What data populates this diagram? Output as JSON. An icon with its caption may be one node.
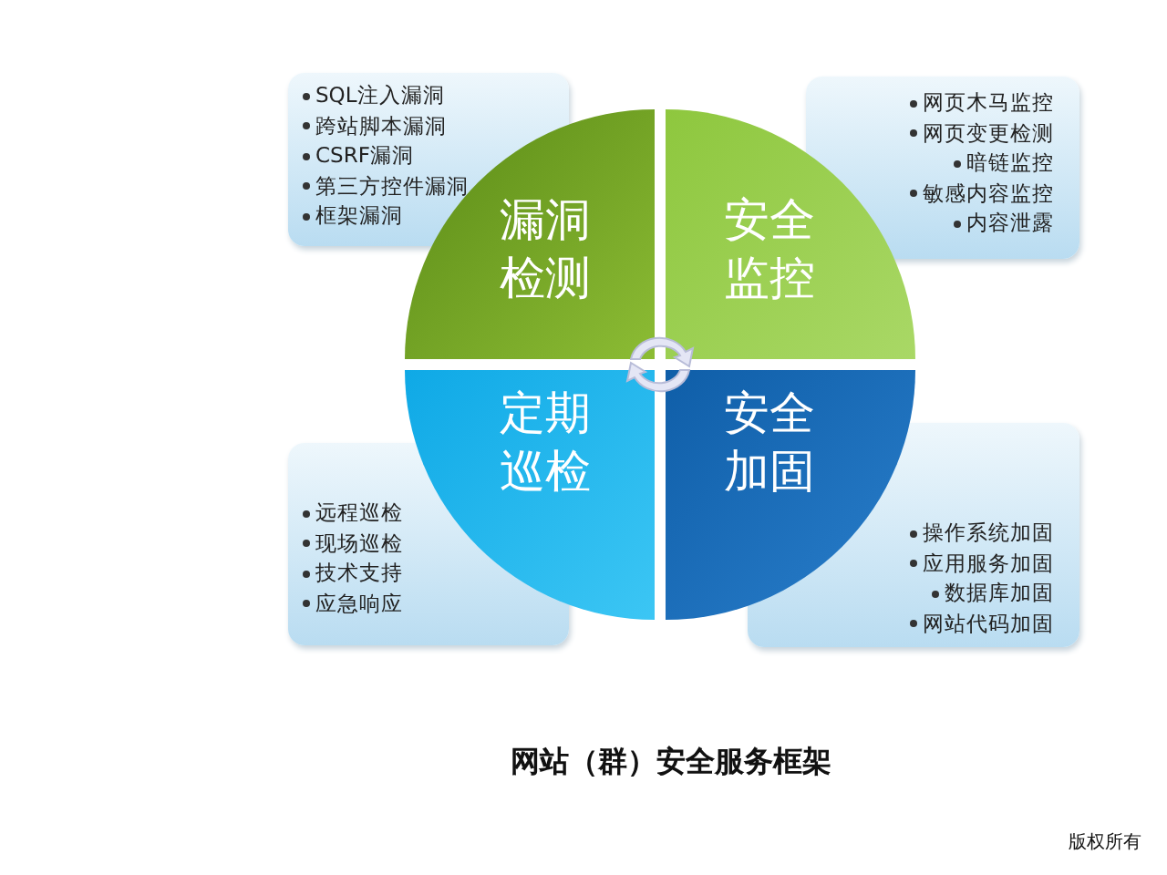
{
  "diagram": {
    "title": "网站（群）安全服务框架",
    "nodes": [
      {
        "text": [
          "SQL注入漏洞",
          "跨站脚本漏洞",
          "CSRF漏洞",
          "第三方控件漏洞",
          "框架漏洞"
        ]
      },
      {
        "text": [
          "漏洞检测"
        ]
      },
      {
        "text": [
          "安全监控"
        ]
      },
      {
        "text": [
          "网页木马监控",
          "网页变更检测",
          "暗链监控",
          "敏感内容监控",
          "内容泄露"
        ]
      },
      {
        "text": [
          "远程巡检",
          "现场巡检",
          "技术支持",
          "应急响应"
        ]
      },
      {
        "text": [
          "定期巡检"
        ]
      },
      {
        "text": [
          "安全加固"
        ]
      },
      {
        "text": [
          "操作系统加固",
          "应用服务加固",
          "数据库加固",
          "网站代码加固"
        ]
      }
    ],
    "labels": [
      "版权所有"
    ]
  }
}
